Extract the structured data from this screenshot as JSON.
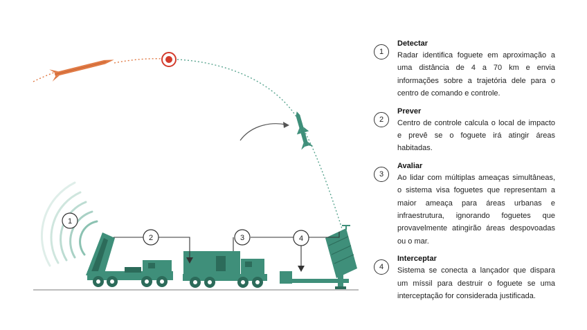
{
  "colors": {
    "vehicle": "#3f8f7a",
    "vehicle_dark": "#2c6b5a",
    "rocket": "#e07a45",
    "target": "#d33b2c",
    "trajectory_incoming": "#e07a45",
    "trajectory_interceptor": "#5aa590",
    "line": "#333333"
  },
  "diagram": {
    "markers": [
      "1",
      "2",
      "3",
      "4"
    ]
  },
  "steps": [
    {
      "number": "1",
      "title": "Detectar",
      "text": "Radar identifica foguete em aproximação a uma distância de 4 a 70 km e envia informações sobre a trajetória dele para o centro de comando e controle."
    },
    {
      "number": "2",
      "title": "Prever",
      "text": "Centro de controle calcula o local de impacto e prevê se o foguete irá atingir áreas habitadas."
    },
    {
      "number": "3",
      "title": "Avaliar",
      "text": "Ao lidar com múltiplas ameaças simultâneas, o sistema visa foguetes que representam a maior ameaça para áreas urbanas e infraestrutura, ignorando foguetes que provavelmente atingirão áreas despovoadas ou o mar."
    },
    {
      "number": "4",
      "title": "Interceptar",
      "text": "Sistema se conecta a lançador que dispara um míssil para destruir o foguete se uma interceptação for considerada justificada."
    }
  ]
}
